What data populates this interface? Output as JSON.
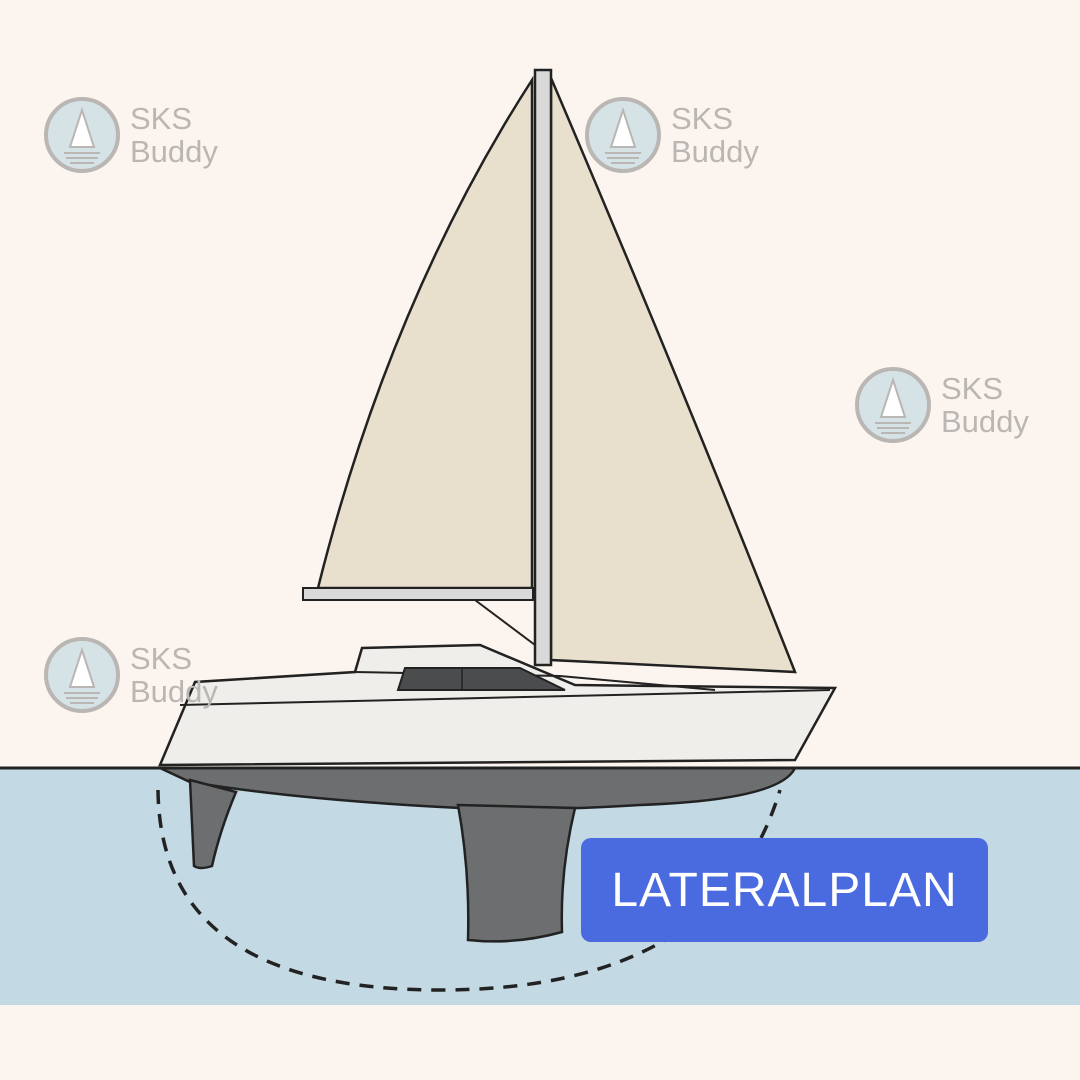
{
  "watermark": {
    "line1": "SKS",
    "line2": "Buddy",
    "icon": "sailboat-logo-icon"
  },
  "label": {
    "text": "LATERALPLAN"
  },
  "colors": {
    "background": "#fcf4ee",
    "water": "#c3d9e4",
    "sail": "#e8e0cd",
    "hull": "#f0eeea",
    "underwater_hull": "#6d6e6f",
    "label_bg": "#4a6ae0"
  }
}
